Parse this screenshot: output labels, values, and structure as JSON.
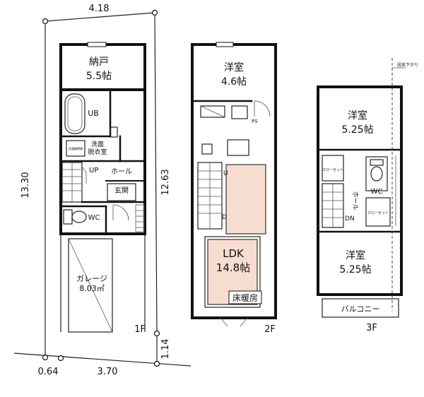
{
  "dimensions": {
    "top_width": "4.18",
    "left_height": "13.30",
    "inner_height": "12.63",
    "bottom_left": "0.64",
    "bottom_mid": "3.70",
    "bottom_right": "1.14"
  },
  "floor1": {
    "label": "1F",
    "storage_name": "納戸",
    "storage_size": "5.5帖",
    "bath": "UB",
    "washroom_line1": "洗面",
    "washroom_line2": "脱衣室",
    "washer": "洗濯機置場",
    "stair_dir": "UP",
    "hall": "ホール",
    "entrance": "玄関",
    "toilet": "WC",
    "garage_name": "ガレージ",
    "garage_size": "8.03㎡"
  },
  "floor2": {
    "label": "2F",
    "room_name": "洋室",
    "room_size": "4.6帖",
    "ldk_name": "LDK",
    "ldk_size": "14.8帖",
    "floor_heating": "床暖房",
    "ps": "PS",
    "stair_up": "U",
    "stair_down": "D"
  },
  "floor3": {
    "label": "3F",
    "room_top_name": "洋室",
    "room_top_size": "5.25帖",
    "closet1": "クローゼット",
    "hall": "ホール",
    "stair_dir": "DN",
    "toilet": "WC",
    "closet2": "クローゼット",
    "room_bottom_name": "洋室",
    "room_bottom_size": "5.25帖",
    "balcony": "バルコニー",
    "note": "段差下がり"
  },
  "colors": {
    "floor_heating_fill": "#f6ddd0",
    "wall": "#111111"
  }
}
